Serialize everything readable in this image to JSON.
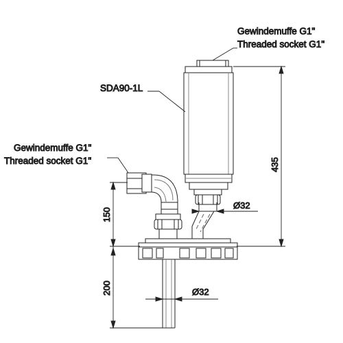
{
  "labels": {
    "top_de": "Gewindemuffe G1\"",
    "top_en": "Threaded socket G1\"",
    "left_de": "Gewindemuffe G1\"",
    "left_en": "Threaded socket G1\"",
    "model": "SDA90-1L"
  },
  "dimensions": {
    "height_total": "435",
    "height_mid": "150",
    "height_bottom": "200",
    "dia_upper": "Ø32",
    "dia_lower": "Ø32"
  }
}
